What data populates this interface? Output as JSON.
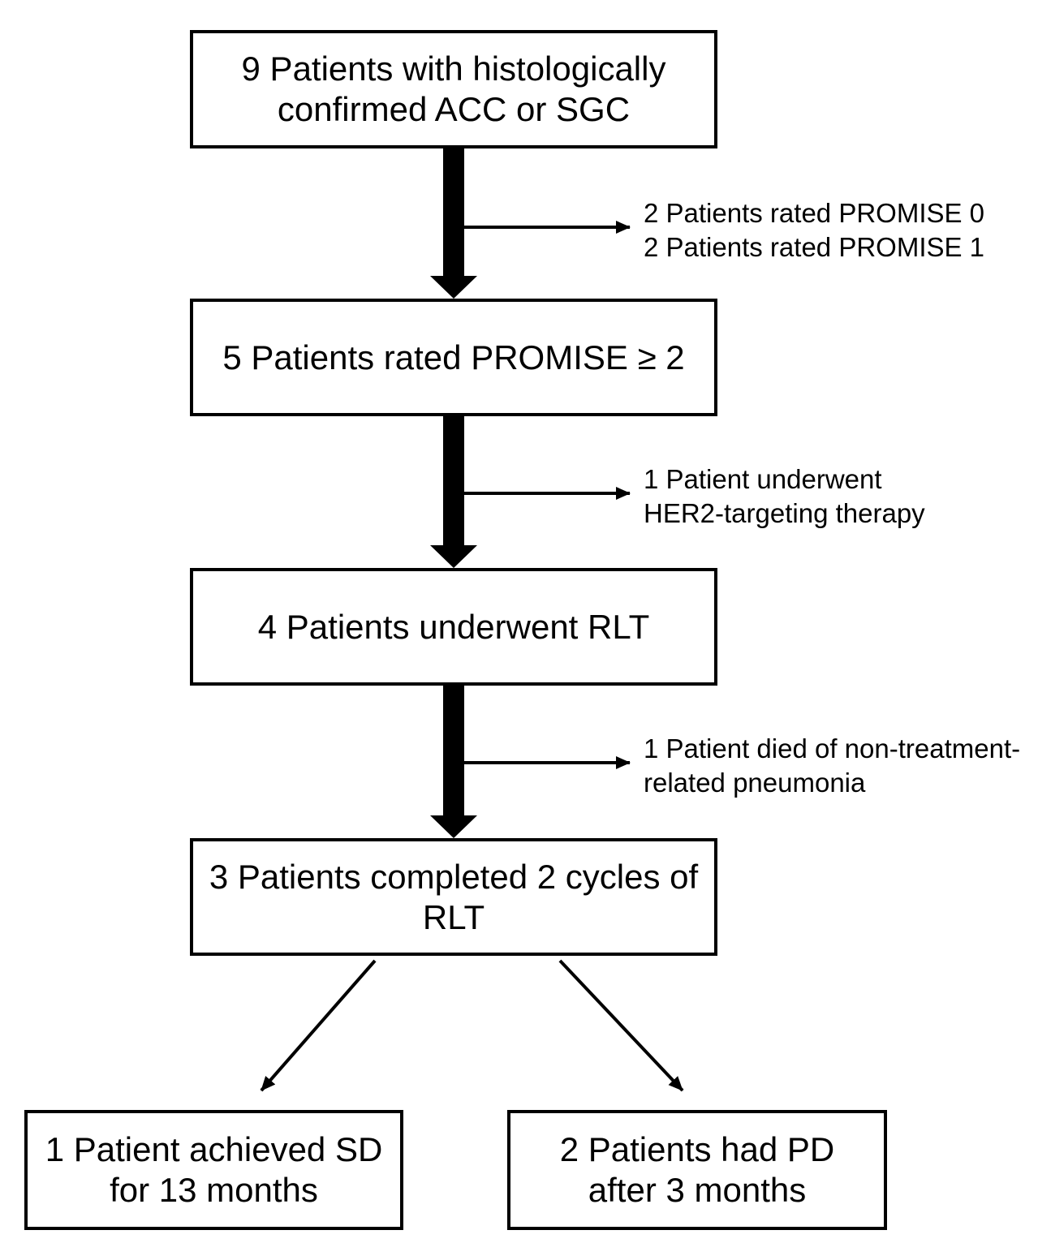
{
  "figure": {
    "background_color": "#ffffff",
    "ink_color": "#000000",
    "type": "patient-flow-diagram"
  },
  "boxes": [
    {
      "id": "enrolled",
      "lines": [
        "9 Patients with histologically",
        "confirmed ACC or SGC"
      ]
    },
    {
      "id": "promise",
      "lines": [
        "5 Patients rated PROMISE ≥ 2"
      ]
    },
    {
      "id": "rlt",
      "lines": [
        "4 Patients underwent RLT"
      ]
    },
    {
      "id": "completed",
      "lines": [
        "3 Patients completed 2 cycles of",
        "RLT"
      ]
    },
    {
      "id": "outcome-sd",
      "lines": [
        "1 Patient achieved SD",
        "for 13 months"
      ]
    },
    {
      "id": "outcome-pd",
      "lines": [
        "2 Patients had PD",
        "after 3 months"
      ]
    }
  ],
  "exclusions": [
    {
      "id": "promise01",
      "lines": [
        "2 Patients rated PROMISE 0",
        "2 Patients rated PROMISE 1"
      ]
    },
    {
      "id": "her2",
      "lines": [
        "1 Patient underwent",
        "HER2-targeting therapy"
      ]
    },
    {
      "id": "died",
      "lines": [
        "1 Patient died of non-treatment-",
        "related pneumonia"
      ]
    }
  ]
}
